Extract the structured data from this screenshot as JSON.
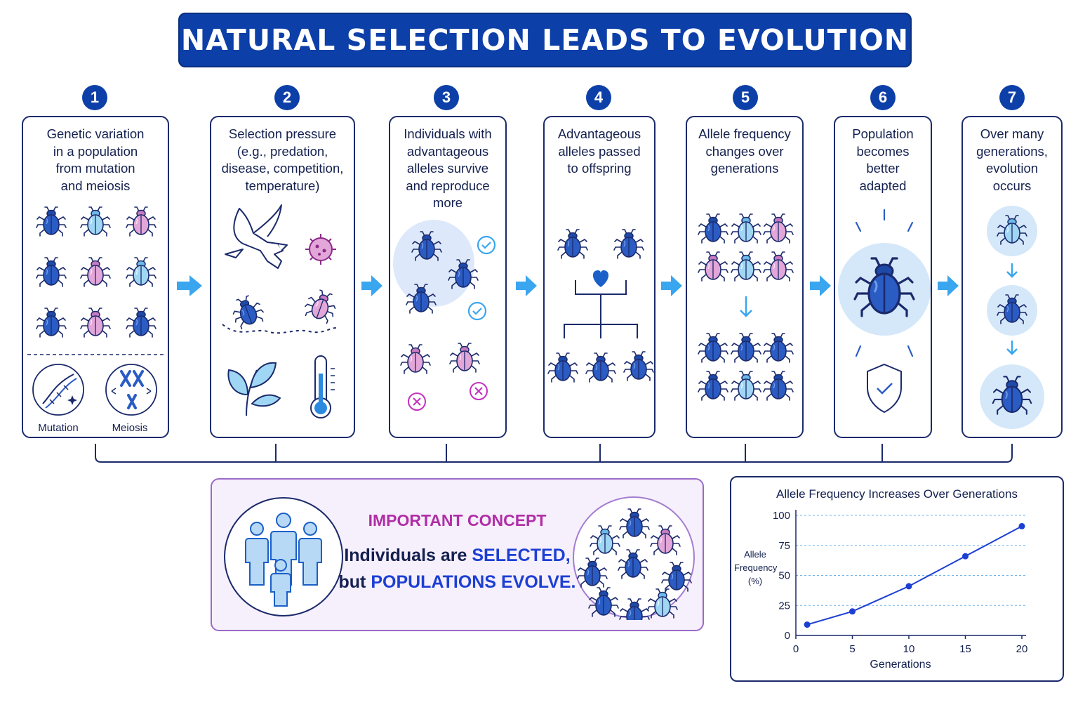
{
  "title": "NATURAL SELECTION LEADS TO EVOLUTION",
  "colors": {
    "navy": "#0d3fa8",
    "outline": "#1b2a6b",
    "beetle_dark": "#2a5cc4",
    "beetle_light": "#9fd6f4",
    "beetle_pink": "#e3a6d8",
    "arrow": "#3aa6ef",
    "concept_magenta": "#b02ea6",
    "concept_blue": "#1c3fd4"
  },
  "steps": [
    {
      "number": "1",
      "text": "Genetic variation\nin a population\nfrom mutation\nand meiosis",
      "labels": {
        "mutation": "Mutation",
        "meiosis": "Meiosis"
      }
    },
    {
      "number": "2",
      "text": "Selection pressure\n(e.g., predation,\ndisease, competition,\ntemperature)"
    },
    {
      "number": "3",
      "text": "Individuals with\nadvantageous\nalleles survive\nand reproduce\nmore"
    },
    {
      "number": "4",
      "text": "Advantageous\nalleles passed\nto offspring"
    },
    {
      "number": "5",
      "text": "Allele frequency\nchanges over\ngenerations"
    },
    {
      "number": "6",
      "text": "Population\nbecomes\nbetter\nadapted"
    },
    {
      "number": "7",
      "text": "Over many\ngenerations,\nevolution\noccurs"
    }
  ],
  "concept": {
    "heading": "IMPORTANT CONCEPT",
    "line1_pre": "Individuals are ",
    "line1_hl": "SELECTED,",
    "line2_pre": "but ",
    "line2_hl": "POPULATIONS EVOLVE."
  },
  "chart_data": {
    "type": "line",
    "title": "Allele Frequency Increases Over Generations",
    "xlabel": "Generations",
    "ylabel": "Allele\nFrequency\n(%)",
    "x": [
      1,
      5,
      10,
      15,
      20
    ],
    "y": [
      9,
      20,
      41,
      66,
      91
    ],
    "xticks": [
      0,
      5,
      10,
      15,
      20
    ],
    "yticks": [
      0,
      25,
      50,
      75,
      100
    ],
    "xlim": [
      0,
      20
    ],
    "ylim": [
      0,
      100
    ],
    "grid": "horizontal dashed"
  }
}
